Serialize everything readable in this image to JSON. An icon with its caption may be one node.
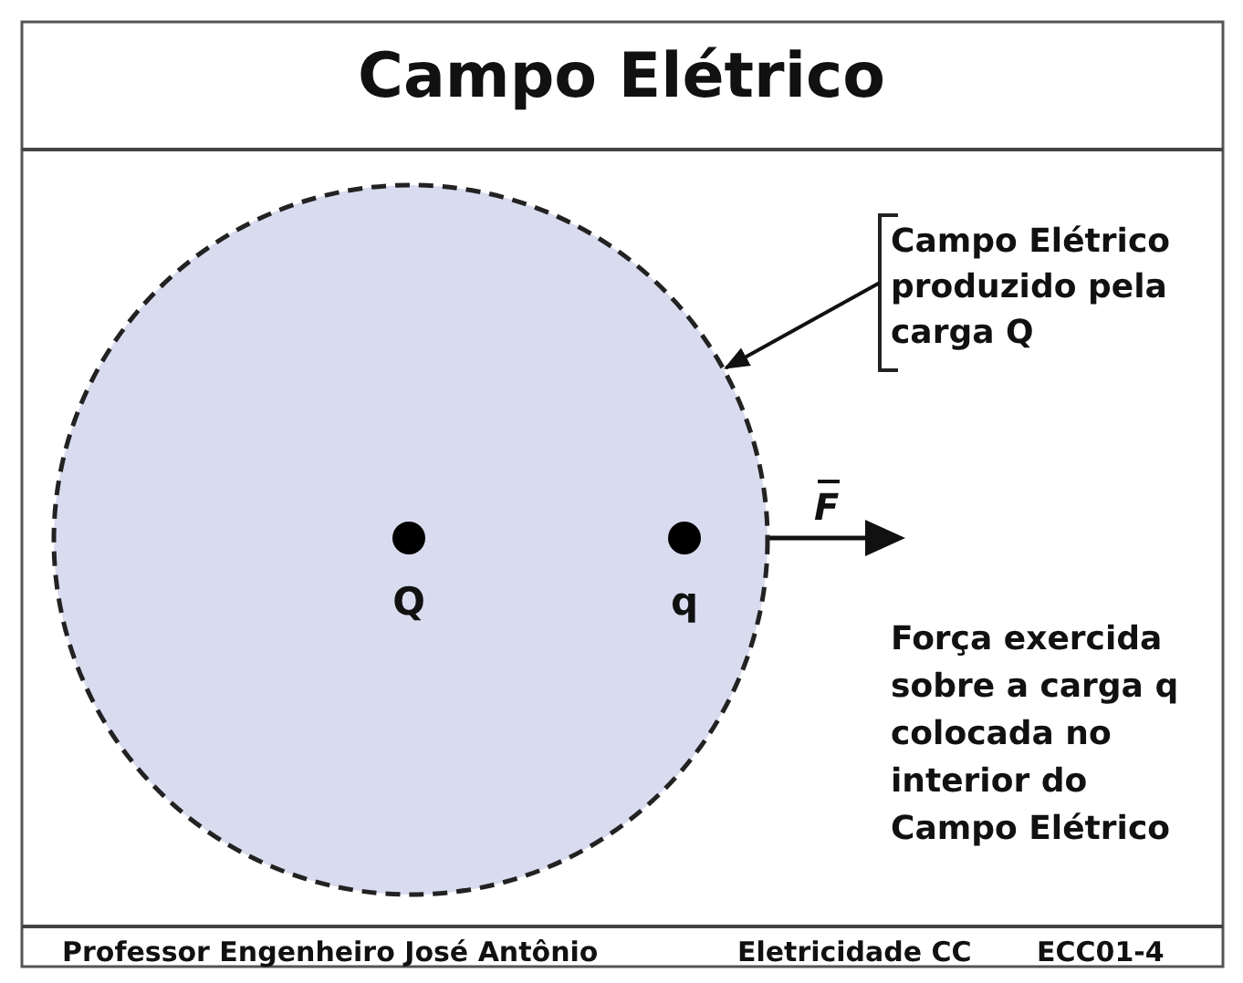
{
  "diagram": {
    "title": "Campo Elétrico",
    "nodes": [
      {
        "text": [],
        "shape": "circle"
      },
      {
        "text": [
          "Campo Elétrico produzido pela carga Q"
        ]
      },
      {
        "text": [
          "Q"
        ],
        "in": 0
      },
      {
        "text": [
          "q"
        ],
        "in": 0
      }
    ],
    "edges": [
      {
        "from": 1,
        "to": 0,
        "arrow": "to"
      }
    ],
    "labels": [
      "F",
      "Força exercida sobre a carga q colocada no interior do Campo Elétrico",
      "Professor Engenheiro José Antônio",
      "Eletricidade CC",
      "ECC01-4"
    ]
  }
}
